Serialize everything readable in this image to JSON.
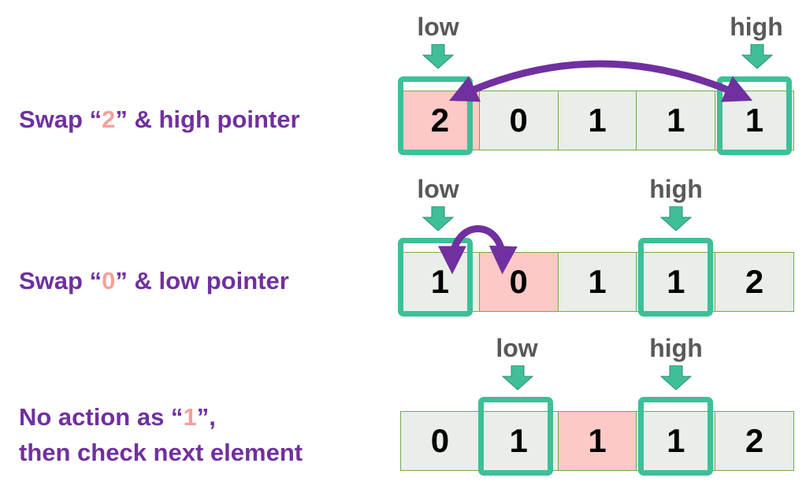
{
  "rows": [
    {
      "label": {
        "before": "Swap “",
        "highlight": "2",
        "after": "” & high pointer"
      },
      "cells": [
        "2",
        "0",
        "1",
        "1",
        "1"
      ],
      "active_index": 0,
      "low_index": 0,
      "high_index": 4,
      "low_label": "low",
      "high_label": "high",
      "swap_indices": [
        0,
        4
      ]
    },
    {
      "label": {
        "before": "Swap “",
        "highlight": "0",
        "after": "” & low pointer"
      },
      "cells": [
        "1",
        "0",
        "1",
        "1",
        "2"
      ],
      "active_index": 1,
      "low_index": 0,
      "high_index": 3,
      "low_label": "low",
      "high_label": "high",
      "swap_indices": [
        0,
        1
      ]
    },
    {
      "label": {
        "line1_before": "No action as “",
        "highlight": "1",
        "line1_after": "”,",
        "line2": "then check next element"
      },
      "cells": [
        "0",
        "1",
        "1",
        "1",
        "2"
      ],
      "active_index": 2,
      "low_index": 1,
      "high_index": 3,
      "low_label": "low",
      "high_label": "high",
      "swap_indices": []
    }
  ],
  "colors": {
    "label_text": "#7030a0",
    "highlight": "#f4a09a",
    "pointer_box": "#3ebf98",
    "pointer_arrow": "#3ebf98",
    "swap_arrow": "#7030a0",
    "cell_bg": "#e9eee8",
    "active_cell_bg": "#fcc9c6",
    "cell_border": "#70ad47"
  }
}
